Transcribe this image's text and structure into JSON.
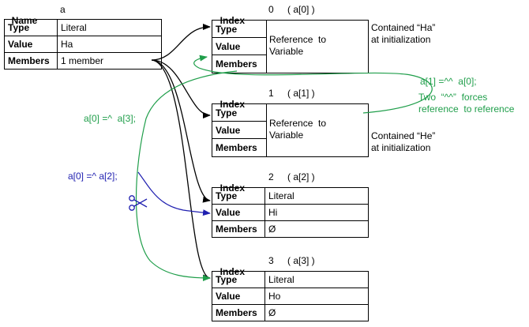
{
  "var_a": {
    "name_label": "Name",
    "name_value": "a",
    "rows": [
      {
        "key": "Type",
        "value": "Literal"
      },
      {
        "key": "Value",
        "value": "Ha"
      },
      {
        "key": "Members",
        "value": "1 member"
      }
    ]
  },
  "index_label": "Index",
  "cells": [
    {
      "index": "0",
      "ref": "( a[0] )",
      "keys": [
        "Type",
        "Value",
        "Members"
      ],
      "ref_text": "Reference  to\nVariable"
    },
    {
      "index": "1",
      "ref": "( a[1] )",
      "keys": [
        "Type",
        "Value",
        "Members"
      ],
      "ref_text": "Reference  to\nVariable"
    },
    {
      "index": "2",
      "ref": "( a[2] )",
      "rows": [
        {
          "key": "Type",
          "value": "Literal"
        },
        {
          "key": "Value",
          "value": "Hi"
        },
        {
          "key": "Members",
          "value": "Ø"
        }
      ]
    },
    {
      "index": "3",
      "ref": "( a[3] )",
      "rows": [
        {
          "key": "Type",
          "value": "Literal"
        },
        {
          "key": "Value",
          "value": "Ho"
        },
        {
          "key": "Members",
          "value": "Ø"
        }
      ]
    }
  ],
  "notes": {
    "contained_ha": "Contained “Ha”\nat initialization",
    "contained_he": "Contained “He”\nat initialization",
    "a1_stmt": "a[1] =^^  a[0];",
    "two_caret": "Two  “^^”  forces\nreference  to reference",
    "a0_a3": "a[0] =^  a[3];",
    "a0_a2": "a[0] =^ a[2];"
  },
  "colors": {
    "green": "#1f9e4a",
    "blue": "#1f1fb0",
    "line": "#000000"
  },
  "icons": {
    "scissors": "scissors-icon"
  }
}
